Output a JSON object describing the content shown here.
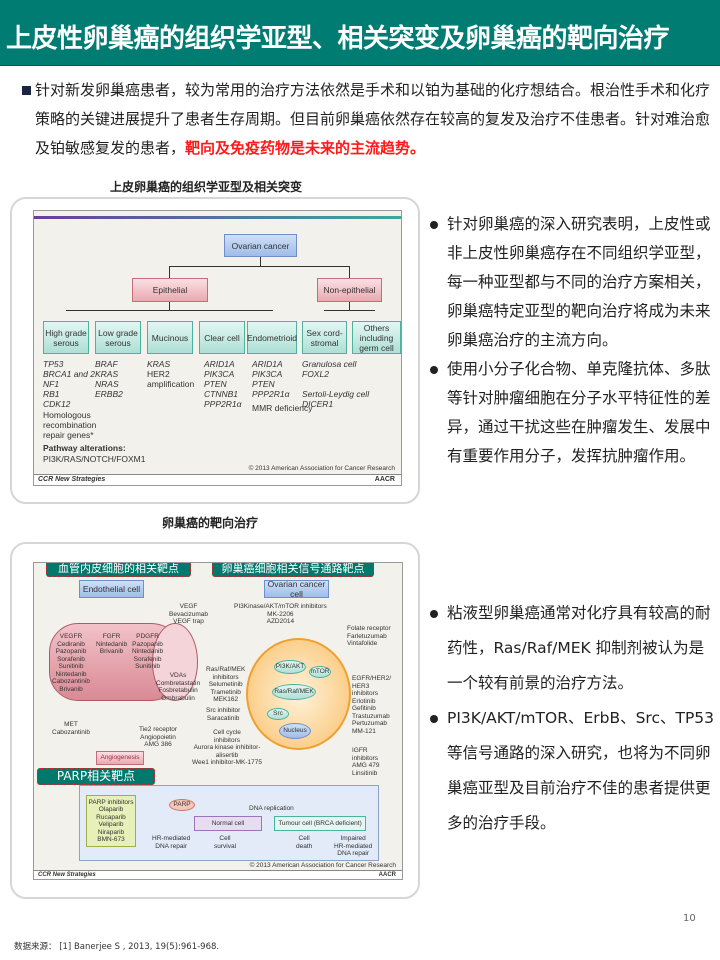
{
  "title": "上皮性卵巢癌的组织学亚型、相关突变及卵巢癌的靶向治疗",
  "intro": {
    "text": "针对新发卵巢癌患者，较为常用的治疗方法依然是手术和以铂为基础的化疗想结合。根治性手术和化疗策略的关键进展提升了患者生存周期。但目前卵巢癌依然存在较高的复发及治疗不佳患者。针对难治愈及铂敏感复发的患者，",
    "highlight": "靶向及免疫药物是未来的主流趋势。"
  },
  "section1": {
    "title": "上皮卵巢癌的组织学亚型及相关突变",
    "figure": {
      "root": "Ovarian cancer",
      "branches": [
        "Epithelial",
        "Non-epithelial"
      ],
      "subtypes": [
        {
          "name": "High grade serous",
          "genes": "TP53\nBRCA1 and 2\nNF1\nRB1\nCDK12",
          "extra": "Homologous\nrecombination\nrepair genes*"
        },
        {
          "name": "Low grade serous",
          "genes": "BRAF\nKRAS\nNRAS\nERBB2",
          "extra": ""
        },
        {
          "name": "Mucinous",
          "genes": "KRAS",
          "extra": "HER2\namplification"
        },
        {
          "name": "Clear cell",
          "genes": "ARID1A\nPIK3CA\nPTEN\nCTNNB1\nPPP2R1α",
          "extra": ""
        },
        {
          "name": "Endometrioid",
          "genes": "ARID1A\nPIK3CA\nPTEN\nPPP2R1α",
          "extra": "MMR deficiency"
        },
        {
          "name": "Sex cord-stromal",
          "genes": "Granulosa cell\nFOXL2\n\nSertoli-Leydig cell\nDICER1",
          "extra": ""
        },
        {
          "name": "Others including germ cell",
          "genes": "",
          "extra": ""
        }
      ],
      "pathway_label": "Pathway alterations:",
      "pathway_value": "PI3K/RAS/NOTCH/FOXM1",
      "copyright": "© 2013 American Association for Cancer Research",
      "footer": "CCR New Strategies",
      "footer_logo": "AACR"
    },
    "bullets": [
      "针对卵巢癌的深入研究表明，上皮性或非上皮性卵巢癌存在不同组织学亚型，每一种亚型都与不同的治疗方案相关，卵巢癌特定亚型的靶向治疗将成为未来卵巢癌治疗的主流方向。",
      "使用小分子化合物、单克隆抗体、多肽等针对肿瘤细胞在分子水平特征性的差异，通过干扰这些在肿瘤发生、发展中有重要作用分子，发挥抗肿瘤作用。"
    ]
  },
  "section2": {
    "title": "卵巢癌的靶向治疗",
    "figure": {
      "tags": [
        "血管内皮细胞的相关靶点",
        "卵巢癌细胞相关信号通路靶点",
        "PARP相关靶点"
      ],
      "endothelial": "Endothelial cell",
      "ovarian": "Ovarian cancer cell",
      "vegfr": "VEGFR\nCediranib\nPazopanib\nSorafenib\nSunitinib\nNintedanib\nCabozantinib\nBrivanib",
      "fgfr": "FGFR\nNintedanib\nBrivanib",
      "pdgfr": "PDGFR\nPazopanib\nNintedanib\nSorafenib\nSunitinib",
      "vdas": "VDAs\nCombretastatin\nFosbretabulin\nOmbrabulin",
      "vegf": "VEGF\nBevacizumab\nVEGF trap",
      "met": "MET\nCabozantinib",
      "tie2": "Tie2 receptor\nAngiopoietin\nAMG 386",
      "angiogenesis": "Angiogenesis",
      "pi3k_inh": "PI3Kinase/AKT/mTOR inhibitors\nMK-2206\nAZD2014",
      "ras_inh": "Ras/Raf/MEK\ninhibitors\nSelumetinib\nTrametinib\nMEK162",
      "src_inh": "Src inhibitor\nSaracatinib",
      "cc_inh": "Cell cycle\ninhibitors\nAurora kinase inhibitor-\nalisertib\nWee1 inhibitor-MK-1775",
      "folate": "Folate receptor\nFarletuzumab\nVintafolide",
      "egfr": "EGFR/HER2/\nHER3\ninhibitors\nErlotinib\nGefitinib\nTrastuzumab\nPertuzumab\nMM-121",
      "igfr": "IGFR\ninhibitors\nAMG 479\nLinsitinib",
      "nodes": [
        "PI3K/AKT",
        "mTOR",
        "Ras/Raf/MEK",
        "Src",
        "Nucleus"
      ],
      "parp_inh": "PARP inhibitors\nOlaparib\nRucaparib\nVeliparib\nNiraparib\nBMN-673",
      "parp": "PARP",
      "dna_rep": "DNA replication",
      "normal": "Normal cell",
      "tumour": "Tumour cell (BRCA deficient)",
      "hr_repair": "HR-mediated\nDNA repair",
      "survival": "Cell\nsurvival",
      "death": "Cell\ndeath",
      "impaired": "Impaired\nHR-mediated\nDNA repair",
      "copyright": "© 2013 American Association for Cancer Research",
      "footer": "CCR New Strategies",
      "footer_logo": "AACR"
    },
    "bullets": [
      "粘液型卵巢癌通常对化疗具有较高的耐药性，Ras/Raf/MEK 抑制剂被认为是一个较有前景的治疗方法。",
      "PI3K/AKT/mTOR、ErbB、Src、TP53等信号通路的深入研究，也将为不同卵巢癌亚型及目前治疗不佳的患者提供更多的治疗手段。"
    ]
  },
  "page_number": "10",
  "source": "数据来源：  [1] Banerjee S , 2013, 19(5):961-968."
}
